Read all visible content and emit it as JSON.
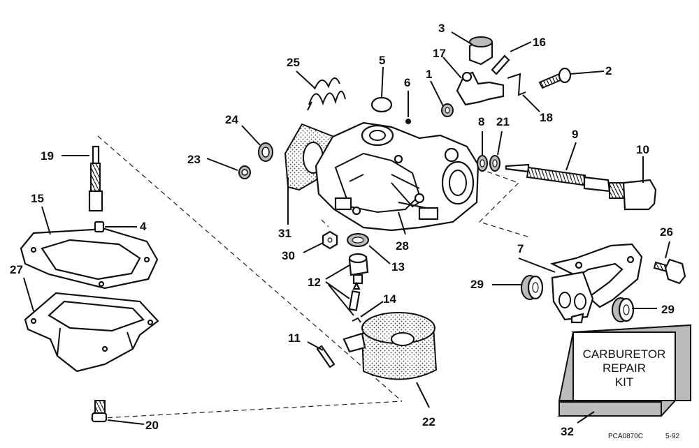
{
  "callouts": {
    "c1": "1",
    "c2": "2",
    "c3": "3",
    "c4": "4",
    "c5": "5",
    "c6": "6",
    "c7": "7",
    "c8": "8",
    "c9": "9",
    "c10": "10",
    "c11": "11",
    "c12": "12",
    "c13": "13",
    "c14": "14",
    "c15": "15",
    "c16": "16",
    "c17": "17",
    "c18": "18",
    "c19": "19",
    "c20": "20",
    "c21": "21",
    "c22": "22",
    "c23": "23",
    "c24": "24",
    "c25": "25",
    "c26": "26",
    "c27": "27",
    "c28": "28",
    "c29a": "29",
    "c29b": "29",
    "c30": "30",
    "c31": "31",
    "c32": "32"
  },
  "kit": {
    "line1": "CARBURETOR",
    "line2": "REPAIR",
    "line3": "KIT"
  },
  "footer": {
    "code": "PCA0870C",
    "date": "5-92"
  }
}
